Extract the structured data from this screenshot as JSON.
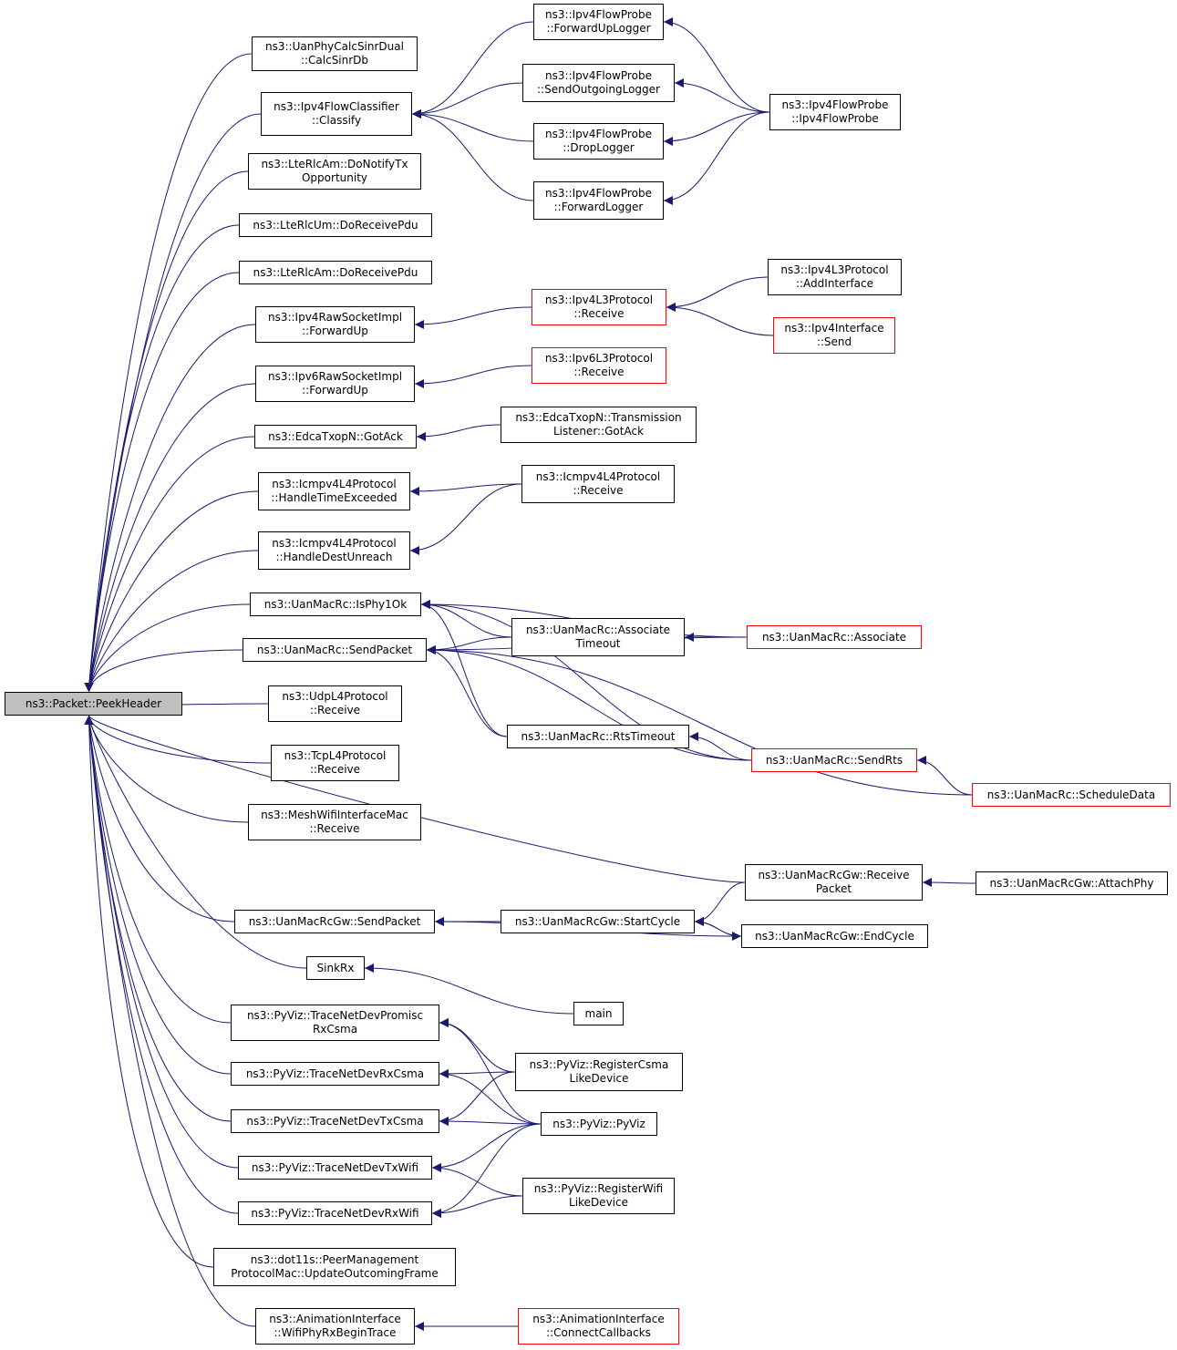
{
  "graph": {
    "root_label": "ns3::Packet::PeekHeader",
    "colors": {
      "edge": "#191970",
      "node_border": "#000000",
      "truncated_border": "#ff0000",
      "root_fill": "#bfbfbf"
    },
    "nodes": [
      {
        "id": "root",
        "lines": [
          "ns3::Packet::PeekHeader"
        ]
      },
      {
        "id": "uanphy",
        "lines": [
          "ns3::UanPhyCalcSinrDual",
          "::CalcSinrDb"
        ]
      },
      {
        "id": "classify",
        "lines": [
          "ns3::Ipv4FlowClassifier",
          "::Classify"
        ]
      },
      {
        "id": "rlcam_notify",
        "lines": [
          "ns3::LteRlcAm::DoNotifyTx",
          "Opportunity"
        ]
      },
      {
        "id": "rlcum_rx",
        "lines": [
          "ns3::LteRlcUm::DoReceivePdu"
        ]
      },
      {
        "id": "rlcam_rx",
        "lines": [
          "ns3::LteRlcAm::DoReceivePdu"
        ]
      },
      {
        "id": "ipv4raw",
        "lines": [
          "ns3::Ipv4RawSocketImpl",
          "::ForwardUp"
        ]
      },
      {
        "id": "ipv6raw",
        "lines": [
          "ns3::Ipv6RawSocketImpl",
          "::ForwardUp"
        ]
      },
      {
        "id": "edca",
        "lines": [
          "ns3::EdcaTxopN::GotAck"
        ]
      },
      {
        "id": "icmp_time",
        "lines": [
          "ns3::Icmpv4L4Protocol",
          "::HandleTimeExceeded"
        ]
      },
      {
        "id": "icmp_dest",
        "lines": [
          "ns3::Icmpv4L4Protocol",
          "::HandleDestUnreach"
        ]
      },
      {
        "id": "isphy",
        "lines": [
          "ns3::UanMacRc::IsPhy1Ok"
        ]
      },
      {
        "id": "sendpacket",
        "lines": [
          "ns3::UanMacRc::SendPacket"
        ]
      },
      {
        "id": "udp",
        "lines": [
          "ns3::UdpL4Protocol",
          "::Receive"
        ]
      },
      {
        "id": "tcp",
        "lines": [
          "ns3::TcpL4Protocol",
          "::Receive"
        ]
      },
      {
        "id": "mesh",
        "lines": [
          "ns3::MeshWifiInterfaceMac",
          "::Receive"
        ]
      },
      {
        "id": "gw_send",
        "lines": [
          "ns3::UanMacRcGw::SendPacket"
        ]
      },
      {
        "id": "sinkrx",
        "lines": [
          "SinkRx"
        ]
      },
      {
        "id": "promisc",
        "lines": [
          "ns3::PyViz::TraceNetDevPromisc",
          "RxCsma"
        ]
      },
      {
        "id": "rxcsma",
        "lines": [
          "ns3::PyViz::TraceNetDevRxCsma"
        ]
      },
      {
        "id": "txcsma",
        "lines": [
          "ns3::PyViz::TraceNetDevTxCsma"
        ]
      },
      {
        "id": "txwifi",
        "lines": [
          "ns3::PyViz::TraceNetDevTxWifi"
        ]
      },
      {
        "id": "rxwifi",
        "lines": [
          "ns3::PyViz::TraceNetDevRxWifi"
        ]
      },
      {
        "id": "peermgmt",
        "lines": [
          "ns3::dot11s::PeerManagement",
          "ProtocolMac::UpdateOutcomingFrame"
        ]
      },
      {
        "id": "anim_wifi",
        "lines": [
          "ns3::AnimationInterface",
          "::WifiPhyRxBeginTrace"
        ]
      },
      {
        "id": "fp_fwdup",
        "lines": [
          "ns3::Ipv4FlowProbe",
          "::ForwardUpLogger"
        ]
      },
      {
        "id": "fp_sendout",
        "lines": [
          "ns3::Ipv4FlowProbe",
          "::SendOutgoingLogger"
        ]
      },
      {
        "id": "fp_drop",
        "lines": [
          "ns3::Ipv4FlowProbe",
          "::DropLogger"
        ]
      },
      {
        "id": "fp_fwd",
        "lines": [
          "ns3::Ipv4FlowProbe",
          "::ForwardLogger"
        ]
      },
      {
        "id": "fp_ctor",
        "lines": [
          "ns3::Ipv4FlowProbe",
          "::Ipv4FlowProbe"
        ]
      },
      {
        "id": "l3_rx",
        "lines": [
          "ns3::Ipv4L3Protocol",
          "::Receive"
        ],
        "truncated": true
      },
      {
        "id": "l3_add",
        "lines": [
          "ns3::Ipv4L3Protocol",
          "::AddInterface"
        ]
      },
      {
        "id": "if_send",
        "lines": [
          "ns3::Ipv4Interface",
          "::Send"
        ],
        "truncated": true
      },
      {
        "id": "l6_rx",
        "lines": [
          "ns3::Ipv6L3Protocol",
          "::Receive"
        ],
        "truncated": true
      },
      {
        "id": "txlistener",
        "lines": [
          "ns3::EdcaTxopN::Transmission",
          "Listener::GotAck"
        ]
      },
      {
        "id": "icmp_rx",
        "lines": [
          "ns3::Icmpv4L4Protocol",
          "::Receive"
        ]
      },
      {
        "id": "assoc_to",
        "lines": [
          "ns3::UanMacRc::Associate",
          "Timeout"
        ]
      },
      {
        "id": "assoc",
        "lines": [
          "ns3::UanMacRc::Associate"
        ],
        "truncated": true
      },
      {
        "id": "rts_to",
        "lines": [
          "ns3::UanMacRc::RtsTimeout"
        ]
      },
      {
        "id": "sendrts",
        "lines": [
          "ns3::UanMacRc::SendRts"
        ],
        "truncated": true
      },
      {
        "id": "sched",
        "lines": [
          "ns3::UanMacRc::ScheduleData"
        ],
        "truncated": true
      },
      {
        "id": "gw_rx",
        "lines": [
          "ns3::UanMacRcGw::Receive",
          "Packet"
        ]
      },
      {
        "id": "gw_attach",
        "lines": [
          "ns3::UanMacRcGw::AttachPhy"
        ]
      },
      {
        "id": "gw_start",
        "lines": [
          "ns3::UanMacRcGw::StartCycle"
        ]
      },
      {
        "id": "gw_end",
        "lines": [
          "ns3::UanMacRcGw::EndCycle"
        ]
      },
      {
        "id": "main",
        "lines": [
          "main"
        ]
      },
      {
        "id": "reg_csma",
        "lines": [
          "ns3::PyViz::RegisterCsma",
          "LikeDevice"
        ]
      },
      {
        "id": "pyviz",
        "lines": [
          "ns3::PyViz::PyViz"
        ]
      },
      {
        "id": "reg_wifi",
        "lines": [
          "ns3::PyViz::RegisterWifi",
          "LikeDevice"
        ]
      },
      {
        "id": "anim_conn",
        "lines": [
          "ns3::AnimationInterface",
          "::ConnectCallbacks"
        ],
        "truncated": true
      }
    ],
    "edges": [
      {
        "from": "uanphy",
        "to": "root"
      },
      {
        "from": "classify",
        "to": "root"
      },
      {
        "from": "rlcam_notify",
        "to": "root"
      },
      {
        "from": "rlcum_rx",
        "to": "root"
      },
      {
        "from": "rlcam_rx",
        "to": "root"
      },
      {
        "from": "ipv4raw",
        "to": "root"
      },
      {
        "from": "ipv6raw",
        "to": "root"
      },
      {
        "from": "edca",
        "to": "root"
      },
      {
        "from": "icmp_time",
        "to": "root"
      },
      {
        "from": "icmp_dest",
        "to": "root"
      },
      {
        "from": "isphy",
        "to": "root"
      },
      {
        "from": "sendpacket",
        "to": "root"
      },
      {
        "from": "udp",
        "to": "root"
      },
      {
        "from": "tcp",
        "to": "root"
      },
      {
        "from": "mesh",
        "to": "root"
      },
      {
        "from": "gw_rx",
        "to": "root"
      },
      {
        "from": "gw_send",
        "to": "root"
      },
      {
        "from": "sinkrx",
        "to": "root"
      },
      {
        "from": "promisc",
        "to": "root"
      },
      {
        "from": "rxcsma",
        "to": "root"
      },
      {
        "from": "txcsma",
        "to": "root"
      },
      {
        "from": "txwifi",
        "to": "root"
      },
      {
        "from": "rxwifi",
        "to": "root"
      },
      {
        "from": "peermgmt",
        "to": "root"
      },
      {
        "from": "anim_wifi",
        "to": "root"
      },
      {
        "from": "fp_fwdup",
        "to": "classify"
      },
      {
        "from": "fp_sendout",
        "to": "classify"
      },
      {
        "from": "fp_drop",
        "to": "classify"
      },
      {
        "from": "fp_fwd",
        "to": "classify"
      },
      {
        "from": "fp_ctor",
        "to": "fp_fwdup"
      },
      {
        "from": "fp_ctor",
        "to": "fp_sendout"
      },
      {
        "from": "fp_ctor",
        "to": "fp_drop"
      },
      {
        "from": "fp_ctor",
        "to": "fp_fwd"
      },
      {
        "from": "l3_rx",
        "to": "ipv4raw"
      },
      {
        "from": "l3_add",
        "to": "l3_rx"
      },
      {
        "from": "if_send",
        "to": "l3_rx"
      },
      {
        "from": "l6_rx",
        "to": "ipv6raw"
      },
      {
        "from": "txlistener",
        "to": "edca"
      },
      {
        "from": "icmp_rx",
        "to": "icmp_time"
      },
      {
        "from": "icmp_rx",
        "to": "icmp_dest"
      },
      {
        "from": "assoc",
        "to": "isphy"
      },
      {
        "from": "sendrts",
        "to": "isphy"
      },
      {
        "from": "assoc_to",
        "to": "isphy"
      },
      {
        "from": "rts_to",
        "to": "isphy"
      },
      {
        "from": "assoc_to",
        "to": "sendpacket"
      },
      {
        "from": "assoc",
        "to": "sendpacket"
      },
      {
        "from": "rts_to",
        "to": "sendpacket"
      },
      {
        "from": "sendrts",
        "to": "sendpacket"
      },
      {
        "from": "sched",
        "to": "sendpacket"
      },
      {
        "from": "assoc",
        "to": "assoc_to"
      },
      {
        "from": "sendrts",
        "to": "rts_to"
      },
      {
        "from": "sched",
        "to": "sendrts"
      },
      {
        "from": "gw_attach",
        "to": "gw_rx"
      },
      {
        "from": "gw_start",
        "to": "gw_send"
      },
      {
        "from": "gw_end",
        "to": "gw_send"
      },
      {
        "from": "gw_rx",
        "to": "gw_start"
      },
      {
        "from": "gw_end",
        "to": "gw_start"
      },
      {
        "from": "gw_start",
        "to": "gw_end"
      },
      {
        "from": "main",
        "to": "sinkrx"
      },
      {
        "from": "reg_csma",
        "to": "promisc"
      },
      {
        "from": "pyviz",
        "to": "promisc"
      },
      {
        "from": "reg_csma",
        "to": "rxcsma"
      },
      {
        "from": "pyviz",
        "to": "rxcsma"
      },
      {
        "from": "reg_csma",
        "to": "txcsma"
      },
      {
        "from": "pyviz",
        "to": "txcsma"
      },
      {
        "from": "pyviz",
        "to": "txwifi"
      },
      {
        "from": "reg_wifi",
        "to": "txwifi"
      },
      {
        "from": "pyviz",
        "to": "rxwifi"
      },
      {
        "from": "reg_wifi",
        "to": "rxwifi"
      },
      {
        "from": "anim_conn",
        "to": "anim_wifi"
      }
    ]
  }
}
